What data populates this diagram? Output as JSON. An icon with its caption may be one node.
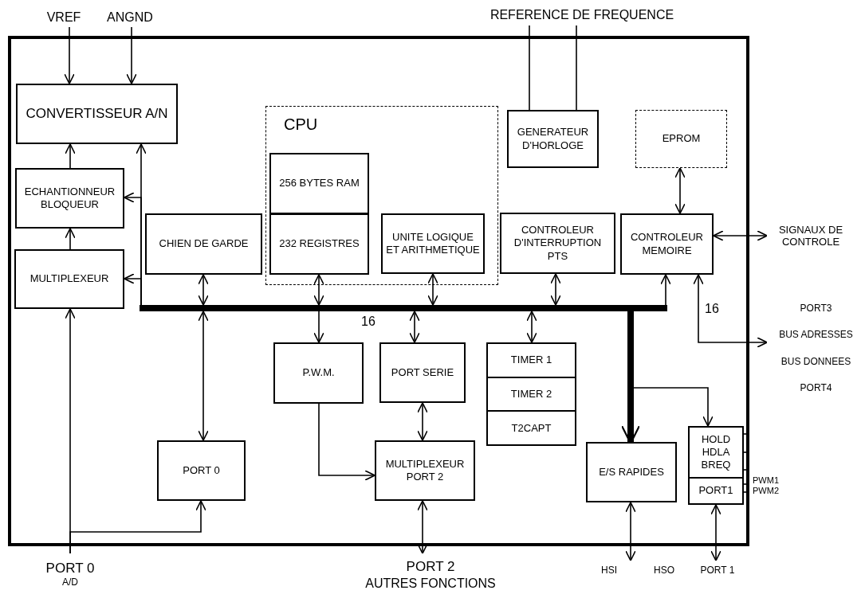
{
  "diagram": {
    "nodes": [
      {
        "text": [],
        "shape": "box"
      },
      {
        "text": [
          "VREF"
        ]
      },
      {
        "text": [
          "ANGND"
        ]
      },
      {
        "text": [
          "REFERENCE DE FREQUENCE"
        ]
      },
      {
        "text": [
          "CONVERTISSEUR A/N"
        ],
        "in": 0
      },
      {
        "text": [
          "CPU"
        ],
        "in": 0
      },
      {
        "text": [
          "256 BYTES RAM"
        ],
        "in": 5
      },
      {
        "text": [
          "232 REGISTRES"
        ],
        "in": 5
      },
      {
        "text": [
          "UNITE LOGIQUE ET ARITHMETIQUE"
        ],
        "in": 5
      },
      {
        "text": [
          "GENERATEUR D'HORLOGE"
        ],
        "in": 0
      },
      {
        "text": [
          "EPROM"
        ],
        "in": 0
      },
      {
        "text": [
          "ECHANTIONNEUR BLOQUEUR"
        ],
        "in": 0
      },
      {
        "text": [
          "CHIEN DE GARDE"
        ],
        "in": 0
      },
      {
        "text": [
          "CONTROLEUR D'INTERRUPTION PTS"
        ],
        "in": 0
      },
      {
        "text": [
          "CONTROLEUR MEMOIRE"
        ],
        "in": 0
      },
      {
        "text": [
          "SIGNAUX DE CONTROLE"
        ]
      },
      {
        "text": [
          "MULTIPLEXEUR"
        ],
        "in": 0
      },
      {
        "text": [],
        "shape": "bar",
        "beside": [
          "16"
        ],
        "in": 0
      },
      {
        "text": [
          "PORT3",
          "BUS ADRESSES",
          "BUS DONNEES",
          "PORT4"
        ]
      },
      {
        "text": [
          "P.W.M."
        ],
        "in": 0
      },
      {
        "text": [
          "PORT SERIE"
        ],
        "in": 0
      },
      {
        "text": [
          "TIMER 1",
          "TIMER 2",
          "T2CAPT"
        ],
        "in": 0
      },
      {
        "text": [
          "PORT 0"
        ],
        "in": 0
      },
      {
        "text": [
          "MULTIPLEXEUR PORT 2"
        ],
        "in": 0
      },
      {
        "text": [
          "E/S RAPIDES"
        ],
        "in": 0
      },
      {
        "text": [
          "HOLD HDLA BREQ",
          "PORT1"
        ],
        "in": 0
      },
      {
        "text": [
          "PORT 0",
          "A/D"
        ]
      },
      {
        "text": [
          "PORT 2",
          "AUTRES FONCTIONS"
        ]
      },
      {
        "text": [
          "HSI",
          "HSO"
        ]
      },
      {
        "text": [
          "PORT 1"
        ]
      }
    ],
    "edges": [
      {
        "from": 1,
        "to": 4,
        "arrow": "to"
      },
      {
        "from": 2,
        "to": 4,
        "arrow": "to"
      },
      {
        "from": 3,
        "to": 9,
        "arrow": "none"
      },
      {
        "from": 3,
        "to": 9,
        "arrow": "none"
      },
      {
        "from": 11,
        "to": 4,
        "arrow": "to"
      },
      {
        "from": 16,
        "to": 11,
        "arrow": "to"
      },
      {
        "from": 17,
        "to": 4,
        "arrow": "to"
      },
      {
        "from": 17,
        "to": 11,
        "arrow": "to"
      },
      {
        "from": 17,
        "to": 16,
        "arrow": "to"
      },
      {
        "from": 26,
        "to": 16,
        "arrow": "to"
      },
      {
        "from": 26,
        "to": 22,
        "arrow": "to"
      },
      {
        "from": 12,
        "to": 17,
        "arrow": "both"
      },
      {
        "from": 17,
        "to": 22,
        "arrow": "both"
      },
      {
        "from": 7,
        "to": 17,
        "arrow": "both"
      },
      {
        "from": 8,
        "to": 17,
        "arrow": "both"
      },
      {
        "from": 13,
        "to": 17,
        "arrow": "both"
      },
      {
        "from": 17,
        "to": 14,
        "arrow": "to"
      },
      {
        "from": 10,
        "to": 14,
        "arrow": "both"
      },
      {
        "from": 14,
        "to": 15,
        "arrow": "both"
      },
      {
        "from": 14,
        "to": 18,
        "arrow": "both",
        "label": "16"
      },
      {
        "from": 17,
        "to": 19,
        "arrow": "to"
      },
      {
        "from": 17,
        "to": 20,
        "arrow": "both"
      },
      {
        "from": 17,
        "to": 21,
        "arrow": "both"
      },
      {
        "from": 17,
        "to": 24,
        "arrow": "to",
        "style": "thick"
      },
      {
        "from": 17,
        "to": 25,
        "arrow": "to"
      },
      {
        "from": 19,
        "to": 23,
        "arrow": "to"
      },
      {
        "from": 20,
        "to": 23,
        "arrow": "both"
      },
      {
        "from": 23,
        "to": 27,
        "arrow": "both"
      },
      {
        "from": 24,
        "to": 28,
        "arrow": "both"
      },
      {
        "from": 25,
        "to": 29,
        "arrow": "both"
      }
    ],
    "labels": [
      "PWM1",
      "PWM2"
    ]
  }
}
